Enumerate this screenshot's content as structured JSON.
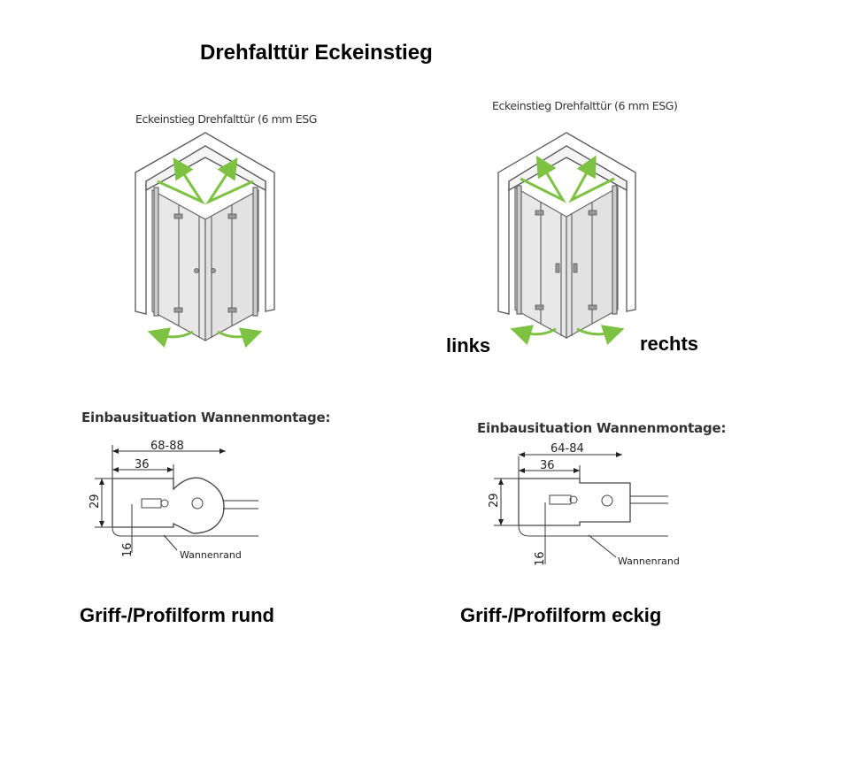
{
  "title": "Drehfalttür Eckeinstieg",
  "left_panel": {
    "caption": "Eckeinstieg Drehfalttür (6 mm ESG",
    "section_title": "Einbausituation Wannenmontage:",
    "dim_total": "68-88",
    "dim_inner": "36",
    "dim_height": "29",
    "dim_rim": "16",
    "rim_label": "Wannenrand",
    "footer": "Griff-/Profilform rund"
  },
  "right_panel": {
    "caption": "Eckeinstieg Drehfalttür (6 mm ESG)",
    "label_left": "links",
    "label_right": "rechts",
    "section_title": "Einbausituation Wannenmontage:",
    "dim_total": "64-84",
    "dim_inner": "36",
    "dim_height": "29",
    "dim_rim": "16",
    "rim_label": "Wannenrand",
    "footer": "Griff-/Profilform eckig"
  },
  "colors": {
    "arrow": "#7dc242",
    "wall": "#ffffff",
    "line": "#555555",
    "glass": "#e6e6e6"
  }
}
